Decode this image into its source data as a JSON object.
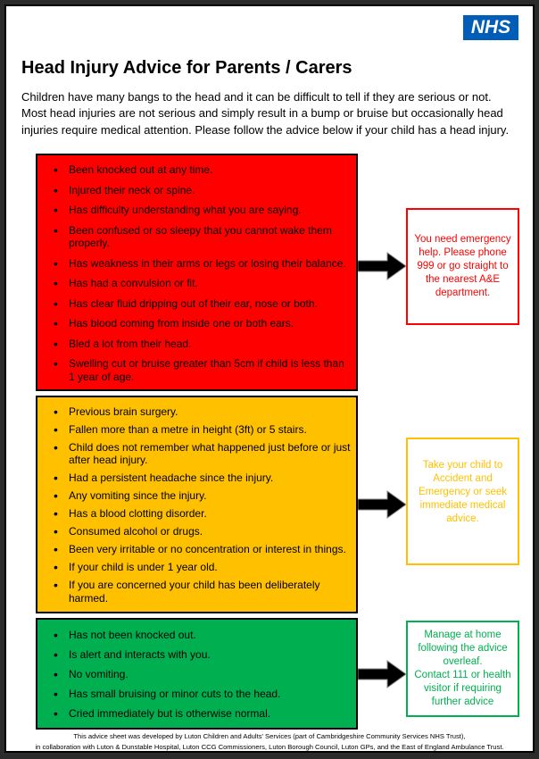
{
  "logo": {
    "text": "NHS"
  },
  "header": {
    "title": "Head Injury Advice for Parents / Carers",
    "intro": "Children have many bangs to the head and it can be difficult to tell if they are serious or not. Most head injuries are not serious and simply result in a bump or bruise but occasionally head injuries require medical attention.  Please follow the advice below if your child has a head injury."
  },
  "colors": {
    "nhs_blue": "#005EB8",
    "red": "#FF0000",
    "amber": "#FFC000",
    "green": "#00B050",
    "arrow_black": "#000000"
  },
  "red_section": {
    "items": [
      "Been knocked out at any time.",
      "Injured their neck or spine.",
      "Has difficulty understanding what you are saying.",
      "Been confused or so sleepy that you cannot wake them properly.",
      "Has weakness in their arms or legs or losing their balance.",
      "Has had a convulsion or fit.",
      "Has clear fluid dripping out of their ear, nose or both.",
      "Has blood coming from inside one or both ears.",
      "Bled a lot from their head.",
      "Swelling cut or bruise greater than 5cm if child is less than 1 year of age."
    ],
    "panel": "You need emergency help. Please phone 999 or go straight to the nearest A&E department."
  },
  "amber_section": {
    "items": [
      "Previous brain surgery.",
      "Fallen more than a metre in height (3ft) or 5 stairs.",
      "Child does not remember what happened just before or just after head injury.",
      "Had a persistent headache since the injury.",
      "Any vomiting since the injury.",
      "Has a blood clotting disorder.",
      "Consumed alcohol or drugs.",
      "Been very irritable or no concentration or interest in things.",
      "If your child is under 1 year old.",
      "If you are concerned your child has been deliberately harmed."
    ],
    "panel": "Take your child to Accident and Emergency or seek immediate medical advice."
  },
  "green_section": {
    "items": [
      "Has not been knocked out.",
      "Is alert and interacts with you.",
      "No vomiting.",
      "Has small bruising or minor cuts to the head.",
      "Cried immediately but is otherwise normal."
    ],
    "panel_line1": "Manage at home following the advice overleaf.",
    "panel_line2": "Contact 111 or health visitor if requiring further advice"
  },
  "footer": {
    "line1": "This advice sheet was developed by Luton Children and Adults' Services (part of Cambridgeshire Community Services NHS Trust),",
    "line2": "in collaboration with Luton & Dunstable Hospital, Luton CCG Commissioners, Luton Borough Council, Luton GPs, and the East of England Ambulance Trust."
  }
}
